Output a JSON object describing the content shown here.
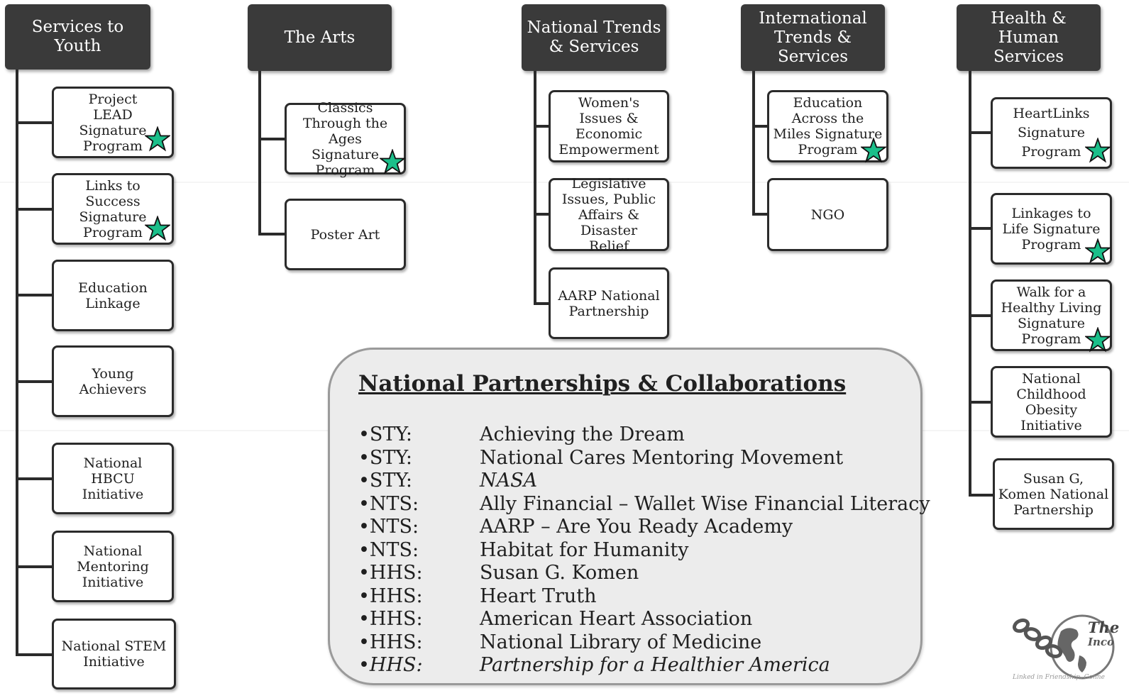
{
  "columns": [
    {
      "header": "Services to Youth",
      "items": [
        {
          "label": "Project LEAD Signature Program",
          "star": true
        },
        {
          "label": "Links to Success Signature Program",
          "star": true
        },
        {
          "label": "Education Linkage",
          "star": false
        },
        {
          "label": "Young Achievers",
          "star": false
        },
        {
          "label": "National HBCU Initiative",
          "star": false
        },
        {
          "label": "National Mentoring Initiative",
          "star": false
        },
        {
          "label": "National STEM Initiative",
          "star": false
        }
      ]
    },
    {
      "header": "The Arts",
      "items": [
        {
          "label": "Classics Through the Ages Signature Program",
          "star": true
        },
        {
          "label": "Poster Art",
          "star": false
        }
      ]
    },
    {
      "header": "National Trends & Services",
      "items": [
        {
          "label": "Women's Issues & Economic Empowerment",
          "star": false
        },
        {
          "label": "Legislative Issues, Public Affairs & Disaster Relief",
          "star": false
        },
        {
          "label": "AARP National Partnership",
          "star": false
        }
      ]
    },
    {
      "header": "International Trends & Services",
      "items": [
        {
          "label": "Education Across the Miles Signature Program",
          "star": true
        },
        {
          "label": "NGO",
          "star": false
        }
      ]
    },
    {
      "header": "Health & Human Services",
      "items": [
        {
          "label": "HeartLinks Signature Program",
          "star": true
        },
        {
          "label": "Linkages to Life Signature Program",
          "star": true
        },
        {
          "label": "Walk for a Healthy Living Signature Program",
          "star": true
        },
        {
          "label": "National Childhood Obesity Initiative",
          "star": false
        },
        {
          "label": "Susan G, Komen National Partnership",
          "star": false
        }
      ]
    }
  ],
  "star_color": "#1bbf8a",
  "partnerships": {
    "title": "National Partnerships & Collaborations",
    "rows": [
      {
        "code": "•STY:",
        "name": "Achieving the Dream",
        "italic": false
      },
      {
        "code": "•STY:",
        "name": "National Cares Mentoring Movement",
        "italic": false
      },
      {
        "code": "•STY:",
        "name": "NASA",
        "italic": true
      },
      {
        "code": "•NTS:",
        "name": "Ally Financial – Wallet Wise Financial Literacy",
        "italic": false
      },
      {
        "code": "•NTS:",
        "name": "AARP – Are You Ready Academy",
        "italic": false
      },
      {
        "code": "•NTS:",
        "name": "Habitat for Humanity",
        "italic": false
      },
      {
        "code": "•HHS:",
        "name": "Susan G. Komen",
        "italic": false
      },
      {
        "code": "•HHS:",
        "name": "Heart Truth",
        "italic": false
      },
      {
        "code": "•HHS:",
        "name": "American Heart Association",
        "italic": false
      },
      {
        "code": "•HHS:",
        "name": "National Library of Medicine",
        "italic": false
      },
      {
        "code": "•HHS:",
        "name": "Partnership for a Healthier America",
        "italic": true
      }
    ]
  },
  "logo": {
    "line1": "The",
    "line2": "Inco",
    "tagline": "Linked in Friendship. Conne"
  }
}
